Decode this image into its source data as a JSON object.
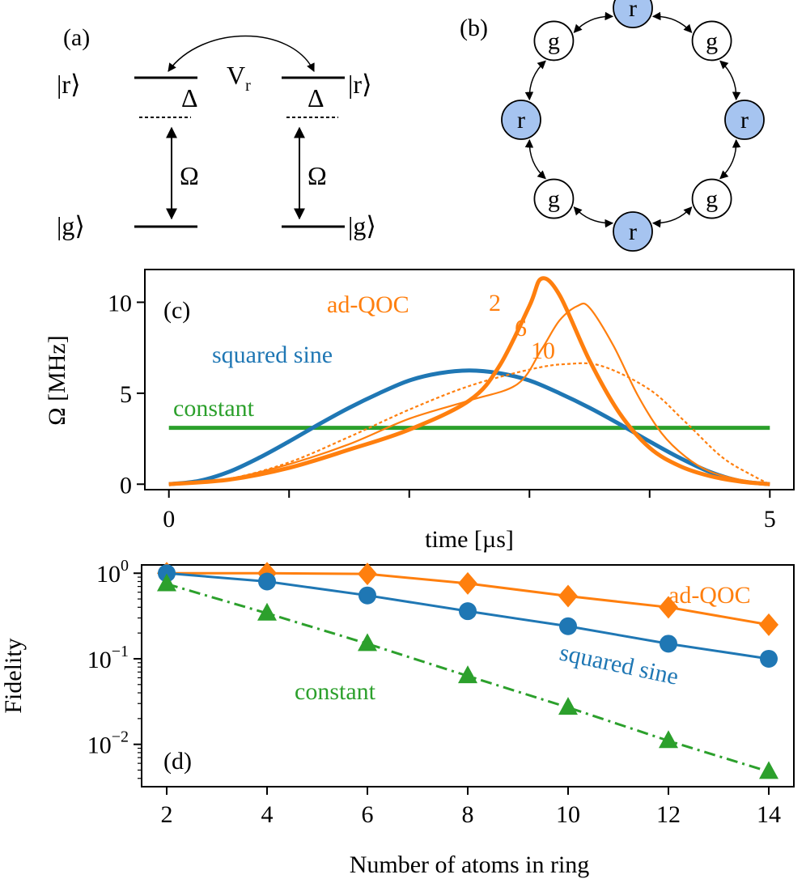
{
  "panel_a": {
    "label": "(a)",
    "ket_r_left": "|r⟩",
    "ket_r_right": "|r⟩",
    "ket_g_left": "|g⟩",
    "ket_g_right": "|g⟩",
    "interaction_symbol": "V",
    "interaction_subscript": "r",
    "detuning_left": "Δ",
    "detuning_right": "Δ",
    "rabi_left": "Ω",
    "rabi_right": "Ω"
  },
  "panel_b": {
    "label": "(b)",
    "atoms": [
      "r",
      "g",
      "r",
      "g",
      "r",
      "g",
      "r",
      "g"
    ],
    "colors": {
      "r_fill": "#a6c4f0",
      "g_fill": "#ffffff"
    }
  },
  "chart_data": [
    {
      "type": "line",
      "panel_label": "(c)",
      "xlabel": "time [µs]",
      "ylabel": "Ω [MHz]",
      "xlim": [
        -0.2,
        5.2
      ],
      "ylim": [
        -0.3,
        11.8
      ],
      "xticks": [
        0,
        1,
        2,
        3,
        4,
        5
      ],
      "xtick_labels": [
        "0",
        "",
        "",
        "",
        "",
        "5"
      ],
      "yticks": [
        0,
        5,
        10
      ],
      "ytick_labels": [
        "0",
        "5",
        "10"
      ],
      "grid": false,
      "annotations": [
        {
          "text": "ad-QOC",
          "color": "#ff7f0e"
        },
        {
          "text": "2",
          "color": "#ff7f0e"
        },
        {
          "text": "6",
          "color": "#ff7f0e"
        },
        {
          "text": "10",
          "color": "#ff7f0e"
        },
        {
          "text": "squared sine",
          "color": "#1f77b4"
        },
        {
          "text": "constant",
          "color": "#2ca02c"
        }
      ],
      "series": [
        {
          "style": "solid-thick",
          "color": "#2ca02c",
          "x": [
            0,
            5
          ],
          "y": [
            3.1,
            3.1
          ]
        },
        {
          "style": "solid-thick",
          "color": "#1f77b4",
          "x": [
            0,
            0.25,
            0.5,
            0.75,
            1,
            1.25,
            1.5,
            1.75,
            2,
            2.25,
            2.5,
            2.75,
            3,
            3.25,
            3.5,
            3.75,
            4,
            4.25,
            4.5,
            4.75,
            5
          ],
          "y": [
            0,
            0.18,
            0.68,
            1.45,
            2.35,
            3.3,
            4.2,
            5.0,
            5.7,
            6.1,
            6.25,
            6.1,
            5.7,
            5.0,
            4.2,
            3.3,
            2.35,
            1.45,
            0.68,
            0.18,
            0
          ]
        },
        {
          "style": "solid-thick",
          "color": "#ff7f0e",
          "x": [
            0,
            0.5,
            1,
            1.5,
            2,
            2.5,
            2.75,
            3,
            3.1,
            3.25,
            3.5,
            3.75,
            4,
            4.25,
            4.5,
            4.75,
            5
          ],
          "y": [
            0,
            0.25,
            0.9,
            1.9,
            3.0,
            4.6,
            6.5,
            9.8,
            11.3,
            10.4,
            6.8,
            3.9,
            2.0,
            1.0,
            0.45,
            0.15,
            0
          ]
        },
        {
          "style": "solid-thin",
          "color": "#ff7f0e",
          "x": [
            0,
            0.5,
            1,
            1.5,
            2,
            2.5,
            2.9,
            3.1,
            3.25,
            3.4,
            3.5,
            3.7,
            3.9,
            4.1,
            4.3,
            4.5,
            4.75,
            5
          ],
          "y": [
            0,
            0.3,
            1.1,
            2.2,
            3.6,
            4.6,
            5.5,
            7.4,
            9.0,
            9.8,
            9.7,
            7.6,
            4.9,
            2.8,
            1.5,
            0.7,
            0.25,
            0
          ]
        },
        {
          "style": "dotted",
          "color": "#ff7f0e",
          "x": [
            0,
            0.5,
            1,
            1.5,
            2,
            2.5,
            3,
            3.3,
            3.6,
            4,
            4.3,
            4.6,
            4.85,
            5
          ],
          "y": [
            0,
            0.3,
            1.2,
            2.6,
            4.1,
            5.4,
            6.3,
            6.6,
            6.5,
            5.2,
            3.4,
            1.5,
            0.5,
            0
          ]
        }
      ]
    },
    {
      "type": "line",
      "panel_label": "(d)",
      "xlabel": "Number of atoms in ring",
      "ylabel": "Fidelity",
      "y_scale": "log",
      "xlim": [
        1.5,
        14.5
      ],
      "ylim": [
        0.0032,
        1.25
      ],
      "xticks": [
        2,
        4,
        6,
        8,
        10,
        12,
        14
      ],
      "xtick_labels": [
        "2",
        "4",
        "6",
        "8",
        "10",
        "12",
        "14"
      ],
      "ytick_base": "10",
      "ytick_exponents": [
        "0",
        "−1",
        "−2"
      ],
      "grid": false,
      "annotations": [
        {
          "text": "ad-QOC",
          "color": "#ff7f0e"
        },
        {
          "text": "squared sine",
          "color": "#1f77b4"
        },
        {
          "text": "constant",
          "color": "#2ca02c"
        }
      ],
      "series": [
        {
          "marker": "diamond",
          "line": "solid",
          "color": "#ff7f0e",
          "x": [
            2,
            4,
            6,
            8,
            10,
            12,
            14
          ],
          "y": [
            1.0,
            1.0,
            0.98,
            0.76,
            0.54,
            0.4,
            0.25
          ]
        },
        {
          "marker": "circle",
          "line": "solid",
          "color": "#1f77b4",
          "x": [
            2,
            4,
            6,
            8,
            10,
            12,
            14
          ],
          "y": [
            1.0,
            0.8,
            0.55,
            0.36,
            0.24,
            0.15,
            0.1
          ]
        },
        {
          "marker": "triangle",
          "line": "dashdot",
          "color": "#2ca02c",
          "x": [
            2,
            4,
            6,
            8,
            10,
            12,
            14
          ],
          "y": [
            0.75,
            0.34,
            0.15,
            0.063,
            0.027,
            0.011,
            0.0048
          ]
        }
      ]
    }
  ]
}
